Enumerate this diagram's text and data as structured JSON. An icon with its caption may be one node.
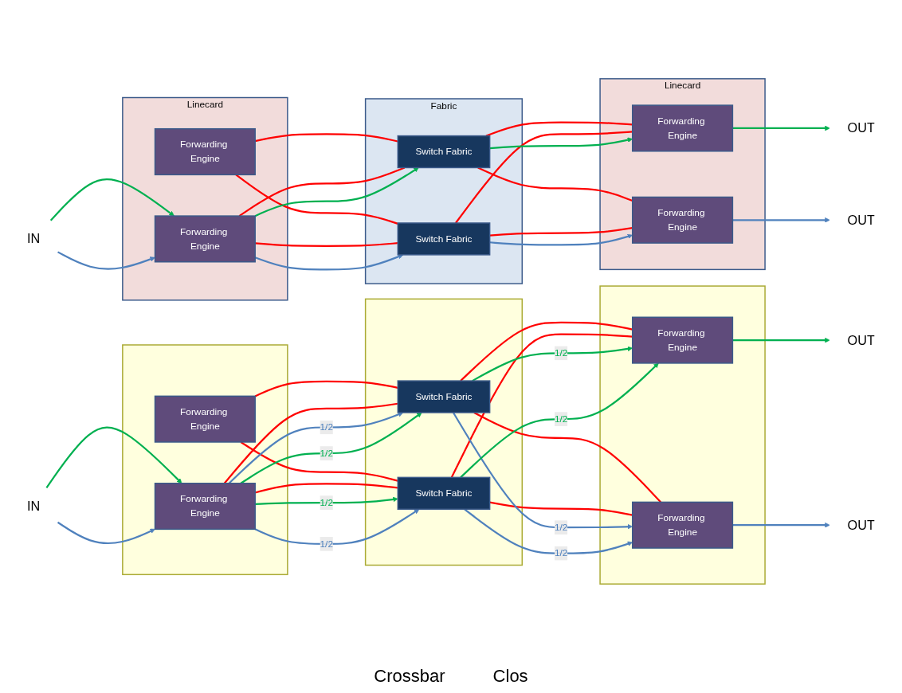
{
  "diagram": {
    "nodes": [
      {
        "text": [
          "Linecard"
        ]
      },
      {
        "text": [
          "Forwarding Engine"
        ],
        "in": 0
      },
      {
        "text": [
          "Forwarding Engine"
        ],
        "in": 0
      },
      {
        "text": [
          "Fabric"
        ]
      },
      {
        "text": [
          "Switch Fabric"
        ],
        "in": 3
      },
      {
        "text": [
          "Switch Fabric"
        ],
        "in": 3
      },
      {
        "text": [
          "Linecard"
        ]
      },
      {
        "text": [
          "Forwarding Engine"
        ],
        "in": 6
      },
      {
        "text": [
          "Forwarding Engine"
        ],
        "in": 6
      },
      {
        "text": [
          "IN"
        ]
      },
      {
        "text": [
          "OUT"
        ]
      },
      {
        "text": [
          "OUT"
        ]
      },
      {
        "text": [],
        "shape": "box"
      },
      {
        "text": [
          "Forwarding Engine"
        ],
        "in": 12
      },
      {
        "text": [
          "Forwarding Engine"
        ],
        "in": 12
      },
      {
        "text": [],
        "shape": "box"
      },
      {
        "text": [
          "Switch Fabric"
        ],
        "in": 15
      },
      {
        "text": [
          "Switch Fabric"
        ],
        "in": 15
      },
      {
        "text": [],
        "shape": "box"
      },
      {
        "text": [
          "Forwarding Engine"
        ],
        "in": 18
      },
      {
        "text": [
          "Forwarding Engine"
        ],
        "in": 18
      },
      {
        "text": [
          "IN"
        ]
      },
      {
        "text": [
          "OUT"
        ]
      },
      {
        "text": [
          "OUT"
        ]
      }
    ],
    "edges": [
      {
        "from": 9,
        "to": 2,
        "arrow": "to",
        "color": "#00b050"
      },
      {
        "from": 9,
        "to": 2,
        "arrow": "to",
        "color": "#4f81bd"
      },
      {
        "from": 1,
        "to": 4,
        "arrow": "none",
        "color": "#ff0000"
      },
      {
        "from": 1,
        "to": 5,
        "arrow": "none",
        "color": "#ff0000"
      },
      {
        "from": 2,
        "to": 4,
        "arrow": "none",
        "color": "#ff0000"
      },
      {
        "from": 2,
        "to": 5,
        "arrow": "none",
        "color": "#ff0000"
      },
      {
        "from": 2,
        "to": 4,
        "arrow": "to",
        "color": "#00b050"
      },
      {
        "from": 2,
        "to": 5,
        "arrow": "to",
        "color": "#4f81bd"
      },
      {
        "from": 4,
        "to": 7,
        "arrow": "none",
        "color": "#ff0000"
      },
      {
        "from": 4,
        "to": 8,
        "arrow": "none",
        "color": "#ff0000"
      },
      {
        "from": 5,
        "to": 7,
        "arrow": "none",
        "color": "#ff0000"
      },
      {
        "from": 5,
        "to": 8,
        "arrow": "none",
        "color": "#ff0000"
      },
      {
        "from": 4,
        "to": 7,
        "arrow": "to",
        "color": "#00b050"
      },
      {
        "from": 5,
        "to": 8,
        "arrow": "to",
        "color": "#4f81bd"
      },
      {
        "from": 7,
        "to": 10,
        "arrow": "to",
        "color": "#00b050"
      },
      {
        "from": 8,
        "to": 11,
        "arrow": "to",
        "color": "#4f81bd"
      },
      {
        "from": 21,
        "to": 14,
        "arrow": "to",
        "color": "#00b050"
      },
      {
        "from": 21,
        "to": 14,
        "arrow": "to",
        "color": "#4f81bd"
      },
      {
        "from": 13,
        "to": 16,
        "arrow": "none",
        "color": "#ff0000"
      },
      {
        "from": 13,
        "to": 17,
        "arrow": "none",
        "color": "#ff0000"
      },
      {
        "from": 14,
        "to": 16,
        "arrow": "none",
        "color": "#ff0000"
      },
      {
        "from": 14,
        "to": 17,
        "arrow": "none",
        "color": "#ff0000"
      },
      {
        "from": 14,
        "to": 16,
        "label": "1/2",
        "arrow": "to",
        "color": "#4f81bd"
      },
      {
        "from": 14,
        "to": 16,
        "label": "1/2",
        "arrow": "to",
        "color": "#00b050"
      },
      {
        "from": 14,
        "to": 17,
        "label": "1/2",
        "arrow": "to",
        "color": "#00b050"
      },
      {
        "from": 14,
        "to": 17,
        "label": "1/2",
        "arrow": "to",
        "color": "#4f81bd"
      },
      {
        "from": 16,
        "to": 19,
        "arrow": "none",
        "color": "#ff0000"
      },
      {
        "from": 16,
        "to": 20,
        "arrow": "none",
        "color": "#ff0000"
      },
      {
        "from": 17,
        "to": 19,
        "arrow": "none",
        "color": "#ff0000"
      },
      {
        "from": 17,
        "to": 20,
        "arrow": "none",
        "color": "#ff0000"
      },
      {
        "from": 16,
        "to": 19,
        "label": "1/2",
        "arrow": "to",
        "color": "#00b050"
      },
      {
        "from": 16,
        "to": 20,
        "label": "1/2",
        "arrow": "to",
        "color": "#4f81bd"
      },
      {
        "from": 17,
        "to": 19,
        "label": "1/2",
        "arrow": "to",
        "color": "#00b050"
      },
      {
        "from": 17,
        "to": 20,
        "label": "1/2",
        "arrow": "to",
        "color": "#4f81bd"
      },
      {
        "from": 19,
        "to": 22,
        "arrow": "to",
        "color": "#00b050"
      },
      {
        "from": 20,
        "to": 23,
        "arrow": "to",
        "color": "#4f81bd"
      }
    ],
    "labels": [
      "Crossbar",
      "Clos"
    ]
  }
}
